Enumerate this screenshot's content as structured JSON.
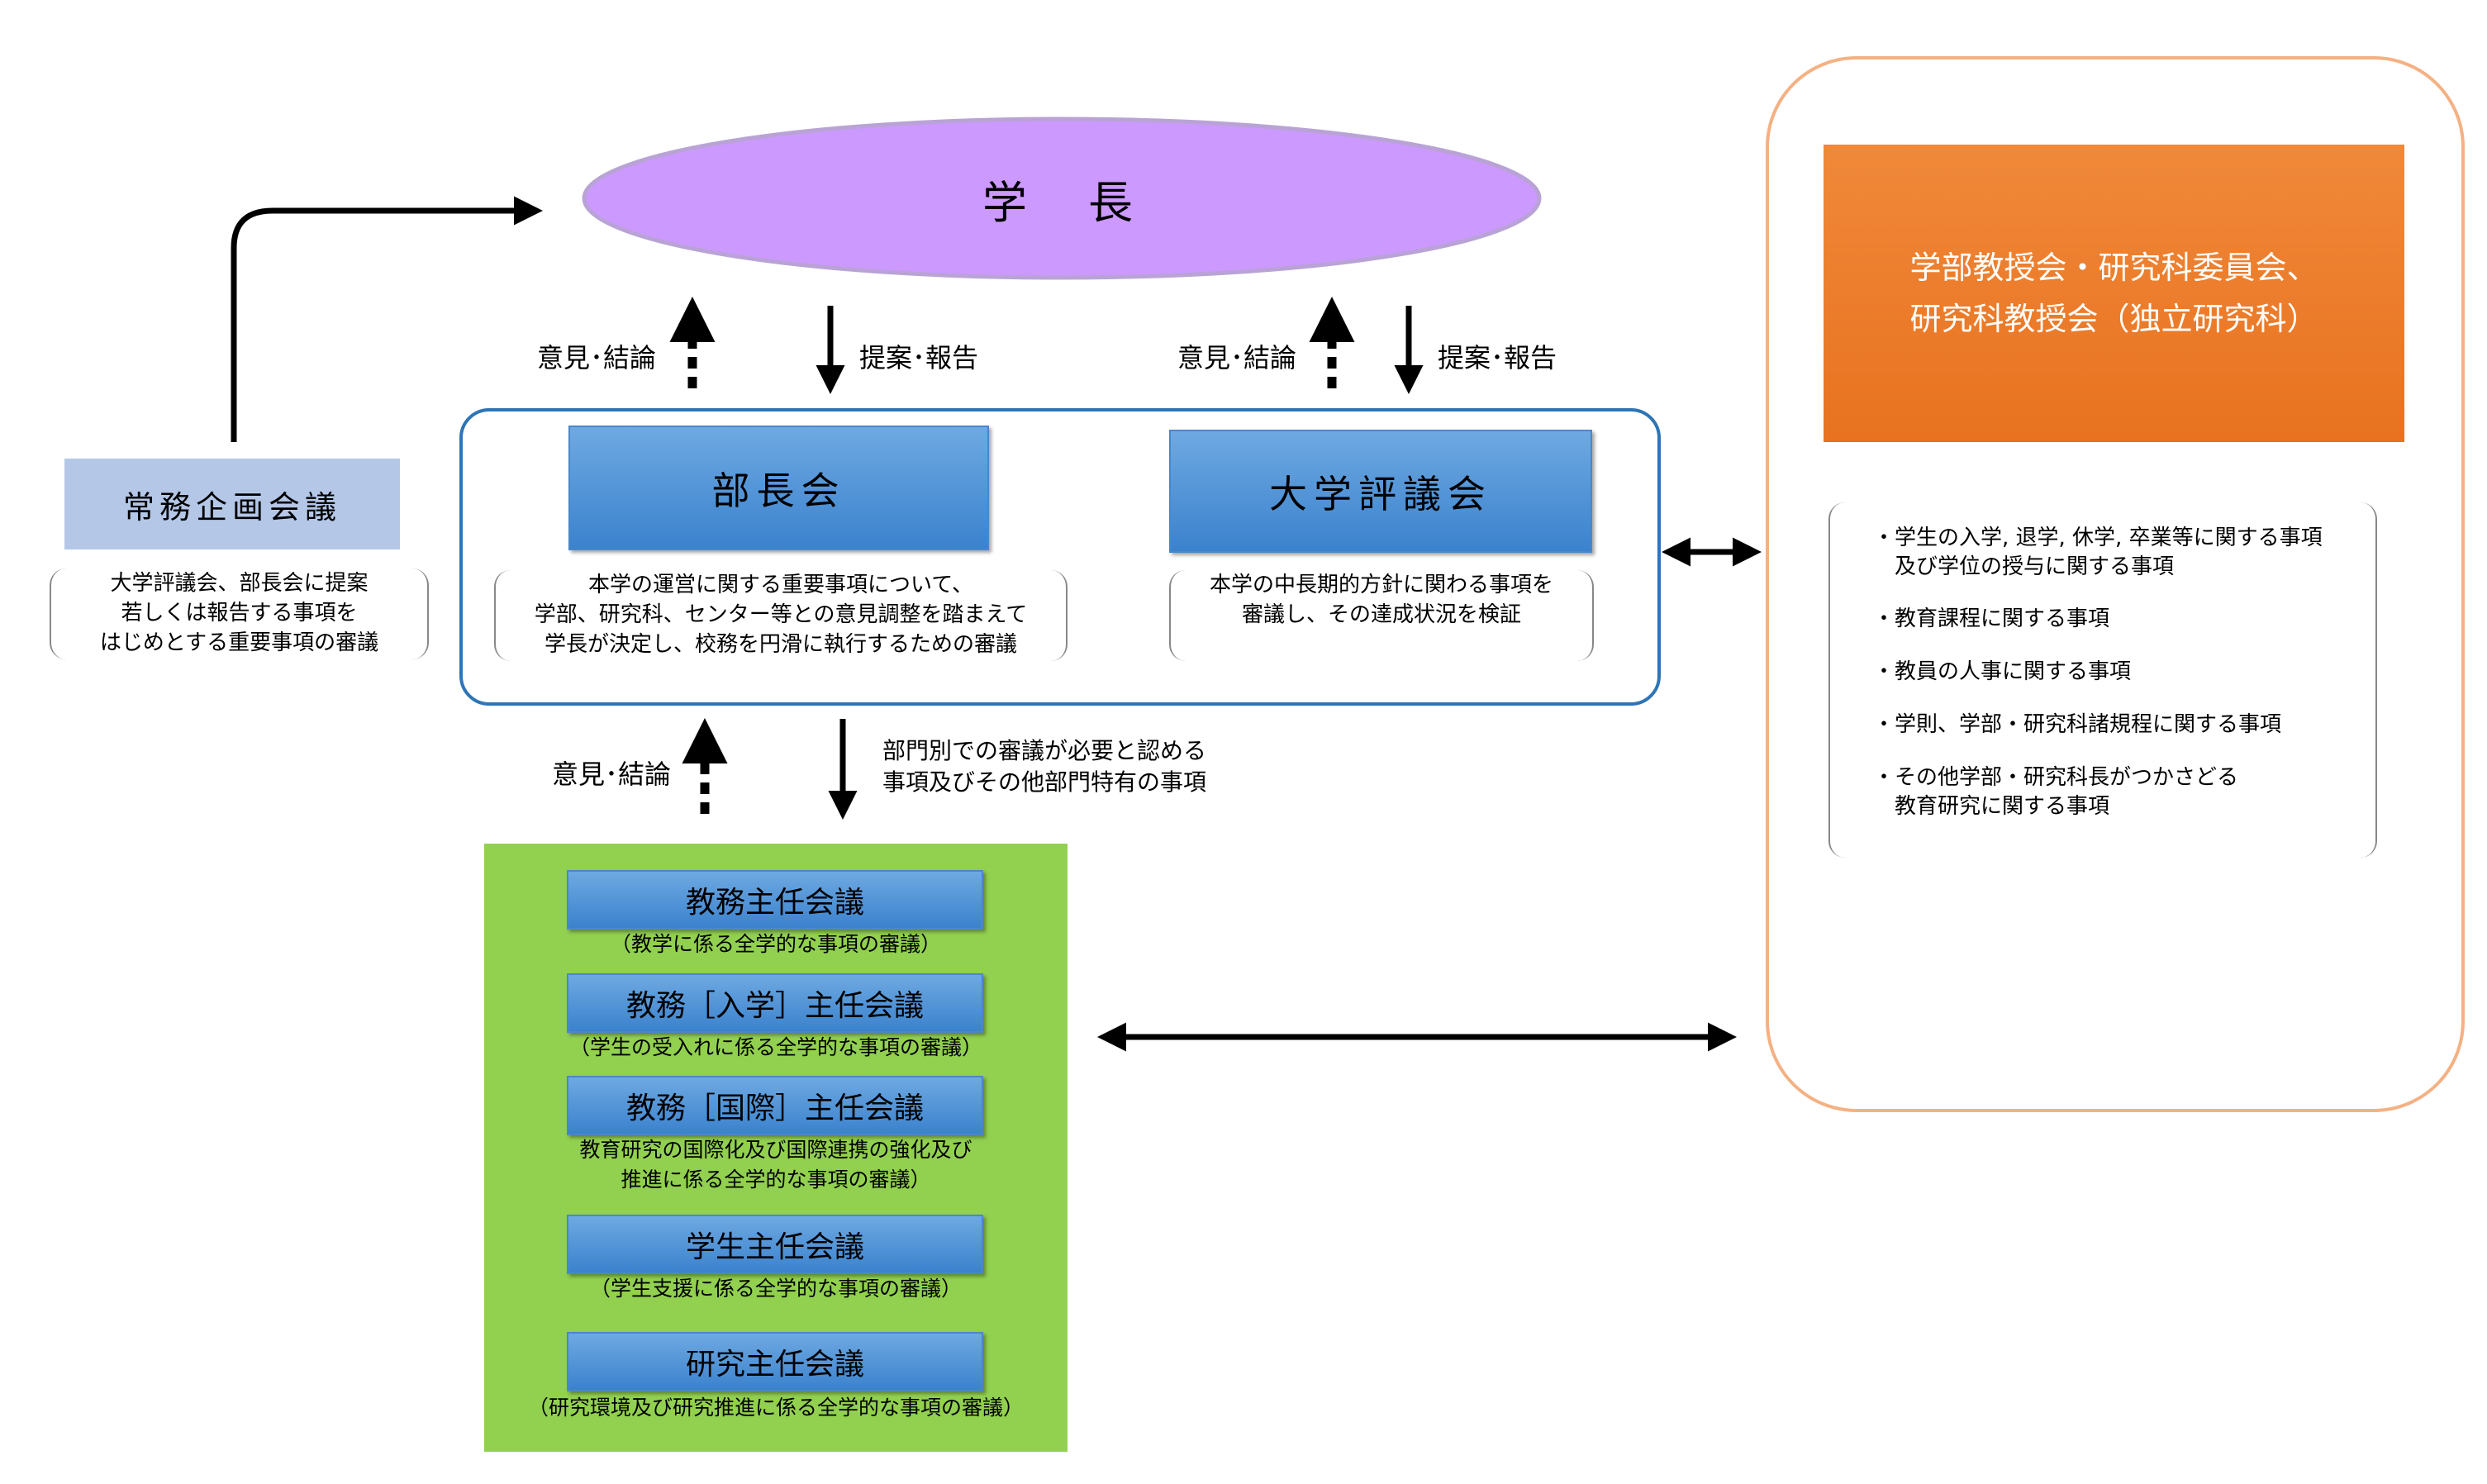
{
  "president": {
    "label": "学　長"
  },
  "left_arrow_labels": {
    "opinion_1": "意見･結論",
    "proposal_1": "提案･報告",
    "opinion_2": "意見･結論",
    "proposal_2": "提案･報告",
    "opinion_3": "意見･結論"
  },
  "planning": {
    "title": "常務企画会議",
    "desc": [
      "大学評議会、部長会に提案",
      "若しくは報告する事項を",
      "はじめとする重要事項の審議"
    ]
  },
  "bucho": {
    "title": "部長会",
    "desc": [
      "本学の運営に関する重要事項について、",
      "学部、研究科、センター等との意見調整を踏まえて",
      "学長が決定し、校務を円滑に執行するための審議"
    ]
  },
  "senate": {
    "title": "大学評議会",
    "desc": [
      "本学の中長期的方針に関わる事項を",
      "審議し、その達成状況を検証"
    ]
  },
  "department_note": [
    "部門別での審議が必要と認める",
    "事項及びその他部門特有の事項"
  ],
  "committees": [
    {
      "title": "教務主任会議",
      "desc": [
        "（教学に係る全学的な事項の審議）"
      ]
    },
    {
      "title": "教務［入学］主任会議",
      "desc": [
        "（学生の受入れに係る全学的な事項の審議）"
      ]
    },
    {
      "title": "教務［国際］主任会議",
      "desc": [
        "教育研究の国際化及び国際連携の強化及び",
        "推進に係る全学的な事項の審議）"
      ]
    },
    {
      "title": "学生主任会議",
      "desc": [
        "（学生支援に係る全学的な事項の審議）"
      ]
    },
    {
      "title": "研究主任会議",
      "desc": [
        "（研究環境及び研究推進に係る全学的な事項の審議）"
      ]
    }
  ],
  "faculty": {
    "title": [
      "学部教授会・研究科委員会、",
      "研究科教授会（独立研究科）"
    ],
    "items": [
      [
        "・学生の入学, 退学, 休学, 卒業等に関する事項",
        "　及び学位の授与に関する事項"
      ],
      [
        "・教育課程に関する事項"
      ],
      [
        "・教員の人事に関する事項"
      ],
      [
        "・学則、学部・研究科諸規程に関する事項"
      ],
      [
        "・その他学部・研究科長がつかさどる",
        "　教育研究に関する事項"
      ]
    ]
  },
  "colors": {
    "president": "#cc99ff",
    "planning": "#b4c7e7",
    "faculty_header": "#ef7f2c",
    "faculty_border": "#f4b183",
    "committee_bg": "#92d050",
    "frame_blue": "#2e75b6"
  }
}
